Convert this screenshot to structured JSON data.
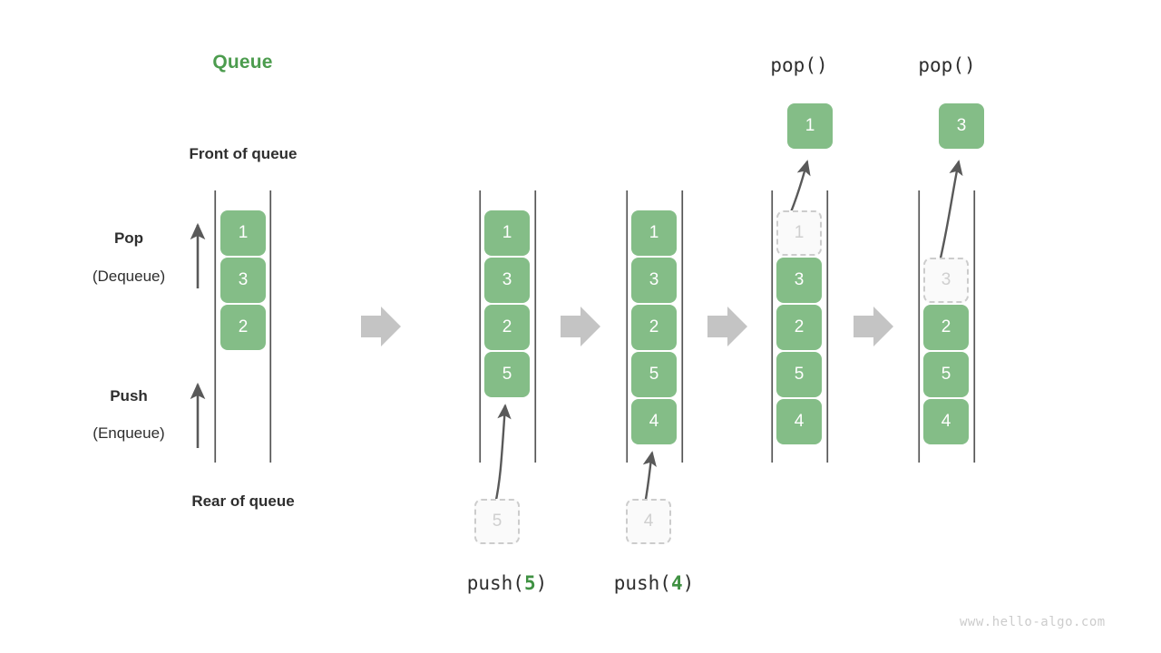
{
  "diagram": {
    "title": "Queue",
    "title_color": "#4c9c4e",
    "element_color": "#84bd87",
    "ghost_color": "#fafafa",
    "rail_color": "#555555",
    "arrow_color": "#595959",
    "block_arrow_color": "#c4c4c4",
    "watermark": "www.hello-algo.com"
  },
  "labels": {
    "front_of_queue": "Front of queue",
    "rear_of_queue": "Rear of queue",
    "pop": "Pop",
    "pop_alt": "(Dequeue)",
    "push": "Push",
    "push_alt": "(Enqueue)"
  },
  "captions": {
    "push5": {
      "fn": "push(",
      "arg": "5",
      "close": ")"
    },
    "push4": {
      "fn": "push(",
      "arg": "4",
      "close": ")"
    },
    "pop_a": "pop()",
    "pop_b": "pop()"
  },
  "stages": [
    {
      "name": "initial",
      "cells": [
        "1",
        "3",
        "2"
      ],
      "ghost_in_queue": null,
      "incoming": null,
      "popped": null
    },
    {
      "name": "after-push-5",
      "cells": [
        "1",
        "3",
        "2",
        "5"
      ],
      "ghost_in_queue": null,
      "incoming": "5",
      "popped": null
    },
    {
      "name": "after-push-4",
      "cells": [
        "1",
        "3",
        "2",
        "5",
        "4"
      ],
      "ghost_in_queue": null,
      "incoming": "4",
      "popped": null
    },
    {
      "name": "after-pop-1",
      "cells": [
        "3",
        "2",
        "5",
        "4"
      ],
      "ghost_in_queue": "1",
      "incoming": null,
      "popped": "1"
    },
    {
      "name": "after-pop-3",
      "cells": [
        "2",
        "5",
        "4"
      ],
      "ghost_in_queue": "3",
      "incoming": null,
      "popped": "3"
    }
  ]
}
